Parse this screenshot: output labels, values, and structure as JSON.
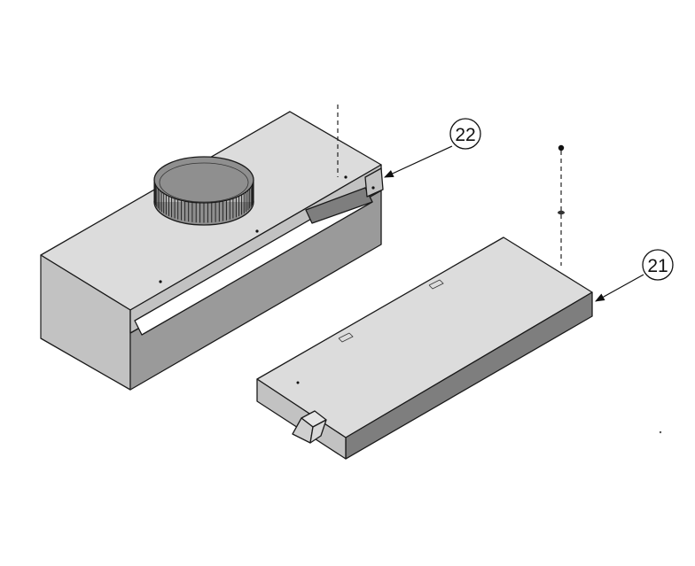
{
  "diagram": {
    "callouts": [
      {
        "id": "callout-22",
        "label": "22"
      },
      {
        "id": "callout-21",
        "label": "21"
      }
    ],
    "colors": {
      "top_face": "#dcdcdc",
      "front_face": "#9a9a9a",
      "side_face": "#c2c2c2",
      "dark_face": "#7e7e7e",
      "collar": "#b5b5b5",
      "collar_inner": "#8f8f8f"
    }
  }
}
